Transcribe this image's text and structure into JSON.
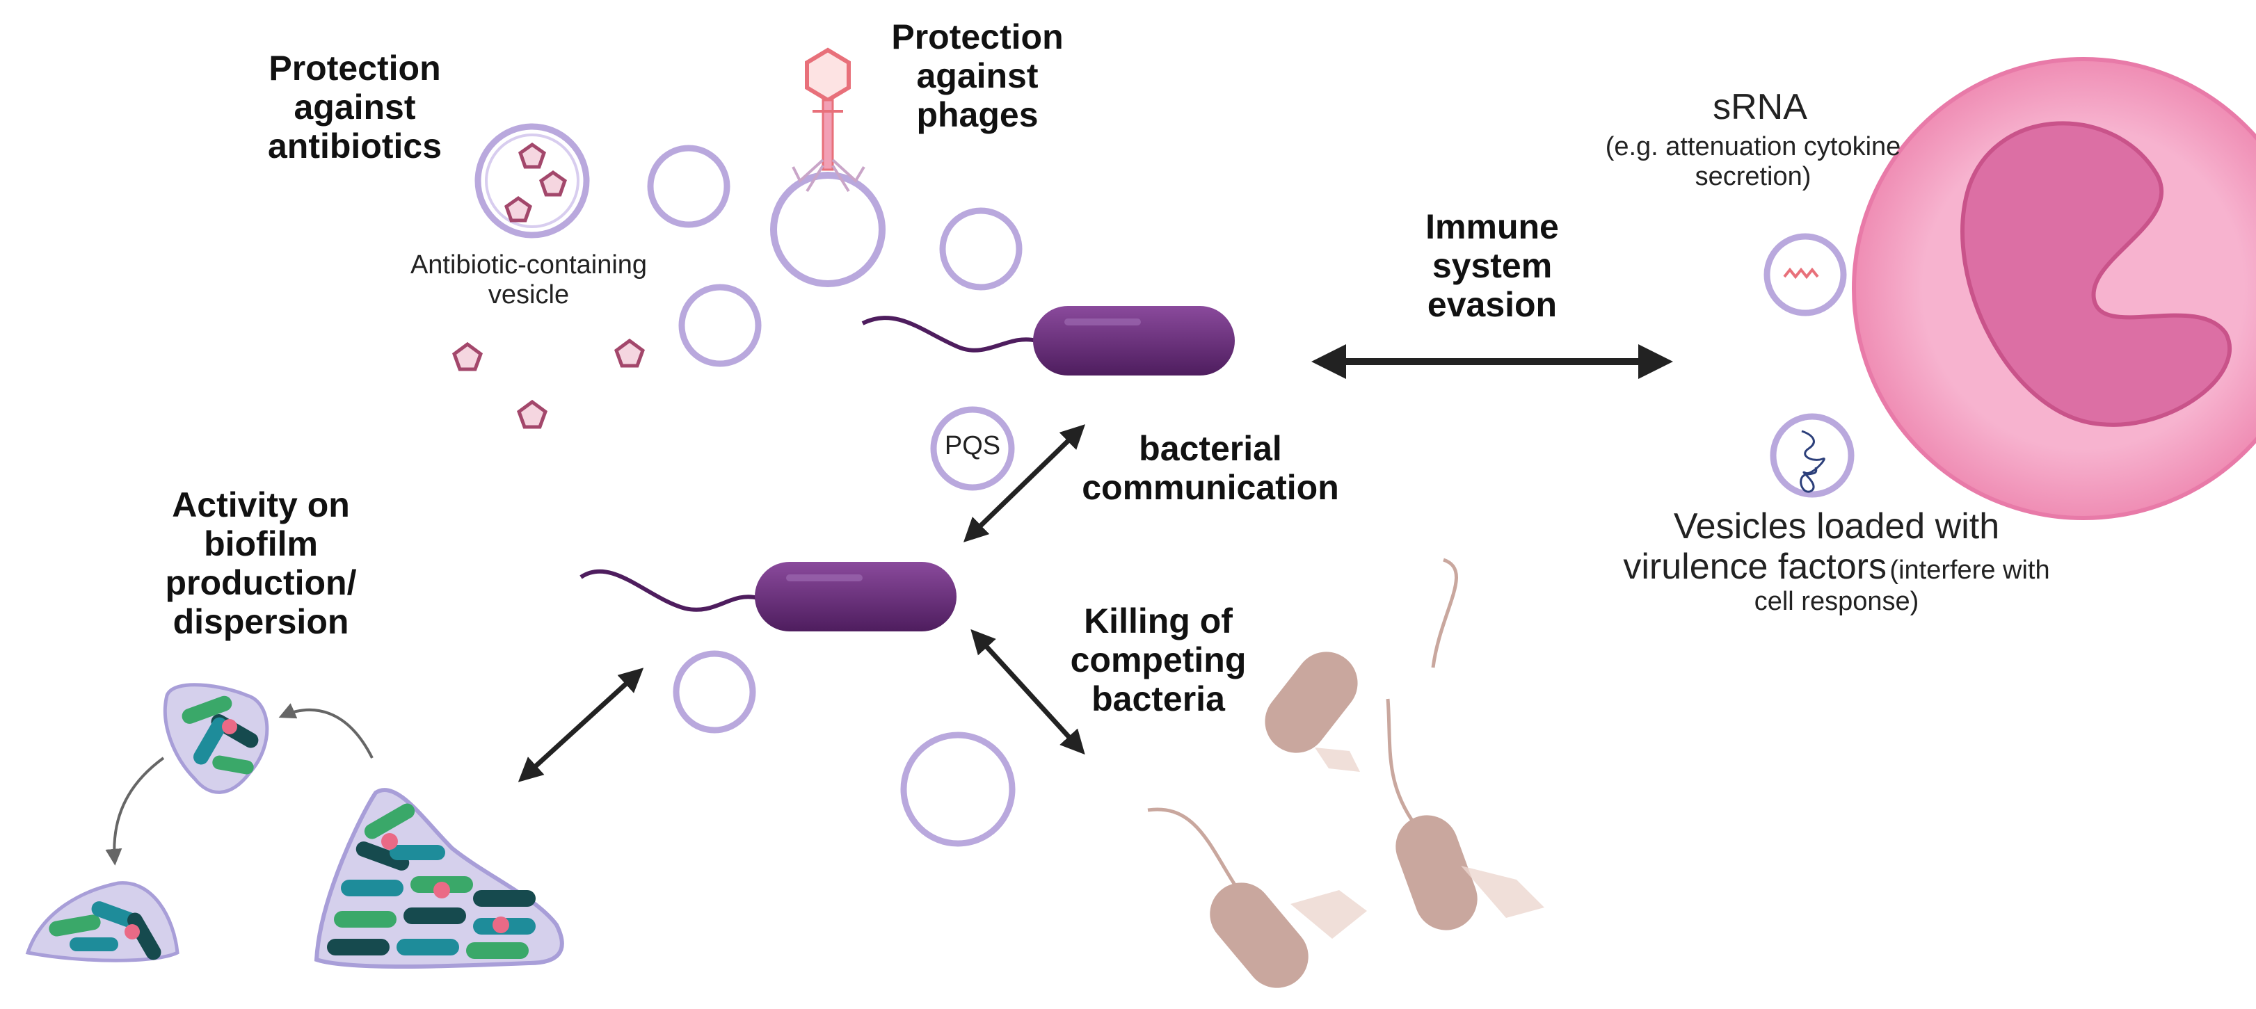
{
  "labels": {
    "protection_antibiotics": [
      "Protection",
      "against",
      "antibiotics"
    ],
    "antibiotic_vesicle": [
      "Antibiotic-containing",
      "vesicle"
    ],
    "protection_phages": [
      "Protection",
      "against",
      "phages"
    ],
    "immune_evasion": [
      "Immune",
      "system",
      "evasion"
    ],
    "srna_title": "sRNA",
    "srna_note": [
      "(e.g. attenuation cytokine",
      "secretion)"
    ],
    "pqs": "PQS",
    "bacterial_communication": [
      "bacterial",
      "communication"
    ],
    "biofilm": [
      "Activity on",
      "biofilm",
      "production/",
      "dispersion"
    ],
    "killing": [
      "Killing of",
      "competing",
      "bacteria"
    ],
    "virulence_line1": "Vesicles loaded with",
    "virulence_line2_main": "virulence factors",
    "virulence_line2_note": "(interfere with",
    "virulence_line3": "cell response)"
  },
  "colors": {
    "vesicle": "#b9a8dd",
    "bacterium": "#6a2e7c",
    "antibiotic": "#a3476b",
    "phage": "#e8707a",
    "macrophage_outer": "#f5a9c8",
    "macrophage_nucleus": "#dc6fa4",
    "dead_bacteria": "#c9a79e",
    "biofilm_teal": "#1e8c9a",
    "biofilm_green": "#3aa869",
    "biofilm_dark": "#164a4e",
    "biofilm_pink": "#ea6a86",
    "arrow": "#222222"
  }
}
